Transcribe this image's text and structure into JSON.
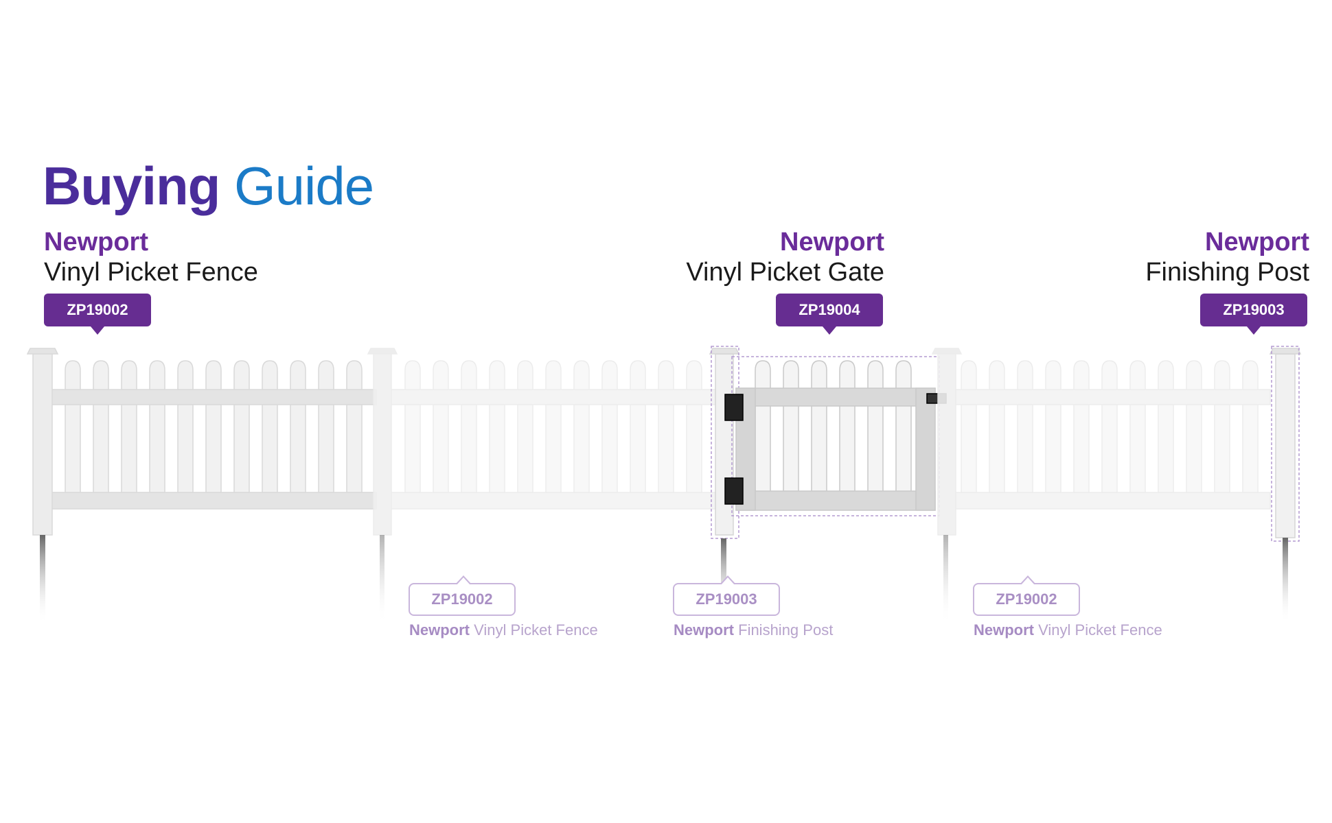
{
  "heading": {
    "word1": "Buying",
    "word2": "Guide"
  },
  "products": [
    {
      "brand": "Newport",
      "name": "Vinyl Picket Fence",
      "sku": "ZP19002"
    },
    {
      "brand": "Newport",
      "name": "Vinyl Picket Gate",
      "sku": "ZP19004"
    },
    {
      "brand": "Newport",
      "name": "Finishing Post",
      "sku": "ZP19003"
    }
  ],
  "ghost_labels": [
    {
      "sku": "ZP19002",
      "brand": "Newport",
      "name": "Vinyl Picket Fence"
    },
    {
      "sku": "ZP19003",
      "brand": "Newport",
      "name": "Finishing Post"
    },
    {
      "sku": "ZP19002",
      "brand": "Newport",
      "name": "Vinyl Picket Fence"
    }
  ],
  "colors": {
    "purple": "#662d91",
    "blue": "#1b7bc7",
    "ghost": "#b7a3cc"
  }
}
